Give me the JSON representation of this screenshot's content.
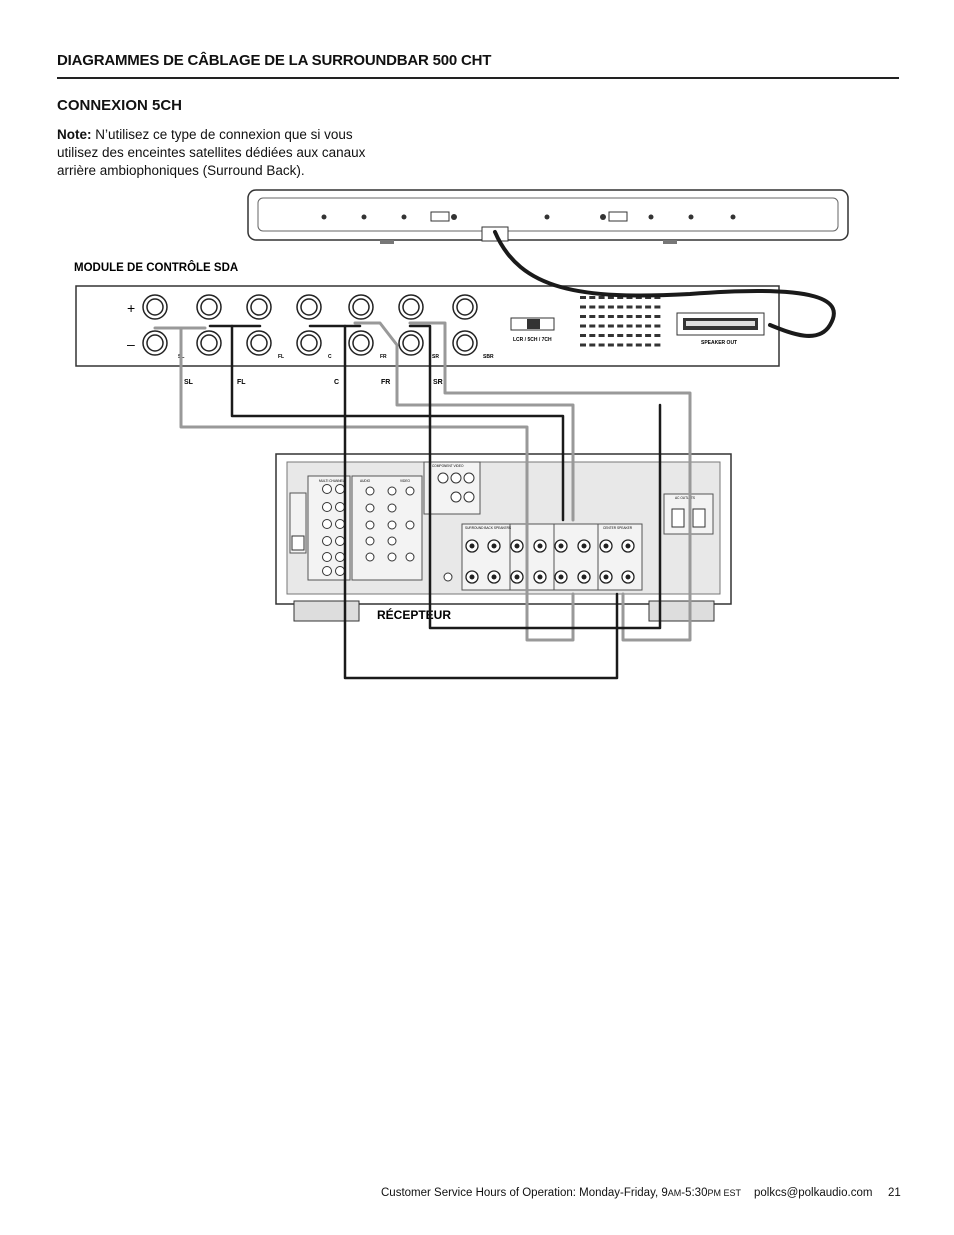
{
  "header": {
    "title": "DIAGRAMMES DE CÂBLAGE DE LA SURROUNDBAR 500 CHT"
  },
  "section": {
    "title": "CONNEXION 5CH"
  },
  "note": {
    "label": "Note:",
    "text": "N’utilisez ce type de connexion que si vous utilisez des enceintes satellites dédiées aux canaux arrière ambiophoniques (Surround Back)."
  },
  "diagram": {
    "module_label": "MODULE DE CONTRÔLE SDA",
    "receiver_label": "RÉCEPTEUR",
    "plus": "+",
    "minus": "–",
    "terminal_labels": [
      "SL",
      "FL",
      "C",
      "FR",
      "SR",
      "SBR"
    ],
    "channel_labels": [
      "SL",
      "FL",
      "C",
      "FR",
      "SR"
    ],
    "switch_label": "LCR / 5CH / 7CH",
    "speaker_out_label": "SPEAKER OUT",
    "receiver_text": {
      "surround_back": "SURROUND BACK SPEAKERS",
      "center": "CENTER SPEAKER",
      "component_video": "COMPONENT VIDEO",
      "ac_outlets": "AC OUTLETS",
      "multi_channel": "MULTI CHANNEL",
      "audio": "AUDIO",
      "video": "VIDEO"
    }
  },
  "footer": {
    "hours_prefix": "Customer Service Hours of Operation: Monday-Friday, 9",
    "am": "AM",
    "hours_mid": "-5:30",
    "pm": "PM EST",
    "email": "polkcs@polkaudio.com",
    "page": "21"
  },
  "colors": {
    "wire_black": "#1a1a1a",
    "wire_gray": "#999999",
    "panel": "#e8e8e8"
  }
}
